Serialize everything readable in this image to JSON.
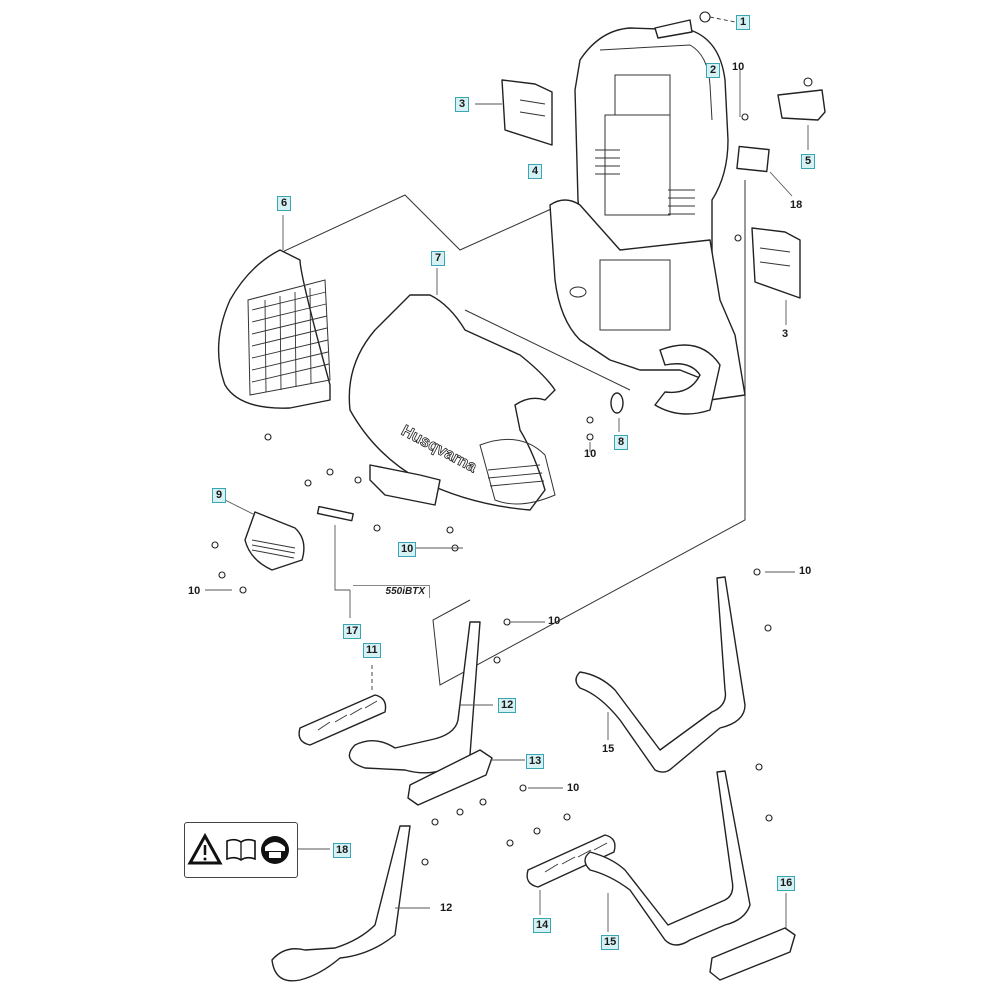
{
  "diagram": {
    "type": "exploded-parts-view",
    "callouts": [
      {
        "id": "c1",
        "number": "1",
        "boxed": true
      },
      {
        "id": "c2",
        "number": "2",
        "boxed": true
      },
      {
        "id": "c3a",
        "number": "3",
        "boxed": true
      },
      {
        "id": "c3b",
        "number": "3",
        "boxed": false
      },
      {
        "id": "c4",
        "number": "4",
        "boxed": true
      },
      {
        "id": "c5",
        "number": "5",
        "boxed": true
      },
      {
        "id": "c6",
        "number": "6",
        "boxed": true
      },
      {
        "id": "c7",
        "number": "7",
        "boxed": true
      },
      {
        "id": "c8",
        "number": "8",
        "boxed": true
      },
      {
        "id": "c9",
        "number": "9",
        "boxed": true
      },
      {
        "id": "c10a",
        "number": "10",
        "boxed": false
      },
      {
        "id": "c10b",
        "number": "10",
        "boxed": false
      },
      {
        "id": "c10c",
        "number": "10",
        "boxed": true
      },
      {
        "id": "c10d",
        "number": "10",
        "boxed": false
      },
      {
        "id": "c10e",
        "number": "10",
        "boxed": false
      },
      {
        "id": "c10f",
        "number": "10",
        "boxed": false
      },
      {
        "id": "c10g",
        "number": "10",
        "boxed": false
      },
      {
        "id": "c11",
        "number": "11",
        "boxed": true
      },
      {
        "id": "c12a",
        "number": "12",
        "boxed": true
      },
      {
        "id": "c12b",
        "number": "12",
        "boxed": false
      },
      {
        "id": "c13",
        "number": "13",
        "boxed": true
      },
      {
        "id": "c14",
        "number": "14",
        "boxed": true
      },
      {
        "id": "c15a",
        "number": "15",
        "boxed": false
      },
      {
        "id": "c15b",
        "number": "15",
        "boxed": true
      },
      {
        "id": "c16",
        "number": "16",
        "boxed": true
      },
      {
        "id": "c17",
        "number": "17",
        "boxed": true
      },
      {
        "id": "c18a",
        "number": "18",
        "boxed": false
      },
      {
        "id": "c18b",
        "number": "18",
        "boxed": true
      }
    ],
    "model_decal_text": "550iBTX",
    "brand_logo_text": "Husqvarna",
    "warning_decal_icons": [
      "warning-triangle-icon",
      "manual-book-icon",
      "ear-eye-protection-icon"
    ],
    "colors": {
      "label_box_fill": "#d6f1f4",
      "label_box_border": "#3aa6b4",
      "line": "#222222"
    }
  }
}
